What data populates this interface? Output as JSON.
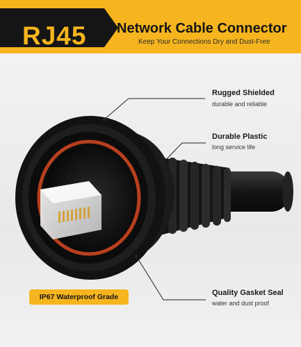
{
  "header": {
    "badge": "RJ45",
    "title": "Network Cable Connector",
    "subtitle": "Keep Your Connections Dry and Dust-Free"
  },
  "callouts": [
    {
      "title": "Rugged Shielded",
      "subtitle": "durable and reliable"
    },
    {
      "title": "Durable Plastic",
      "subtitle": "long service life"
    },
    {
      "title": "Quality Gasket Seal",
      "subtitle": "water and dust proof"
    }
  ],
  "grade_badge": "IP67 Waterproof Grade",
  "colors": {
    "accent": "#f6b51e",
    "dark": "#151515",
    "gasket": "#b8401e"
  }
}
